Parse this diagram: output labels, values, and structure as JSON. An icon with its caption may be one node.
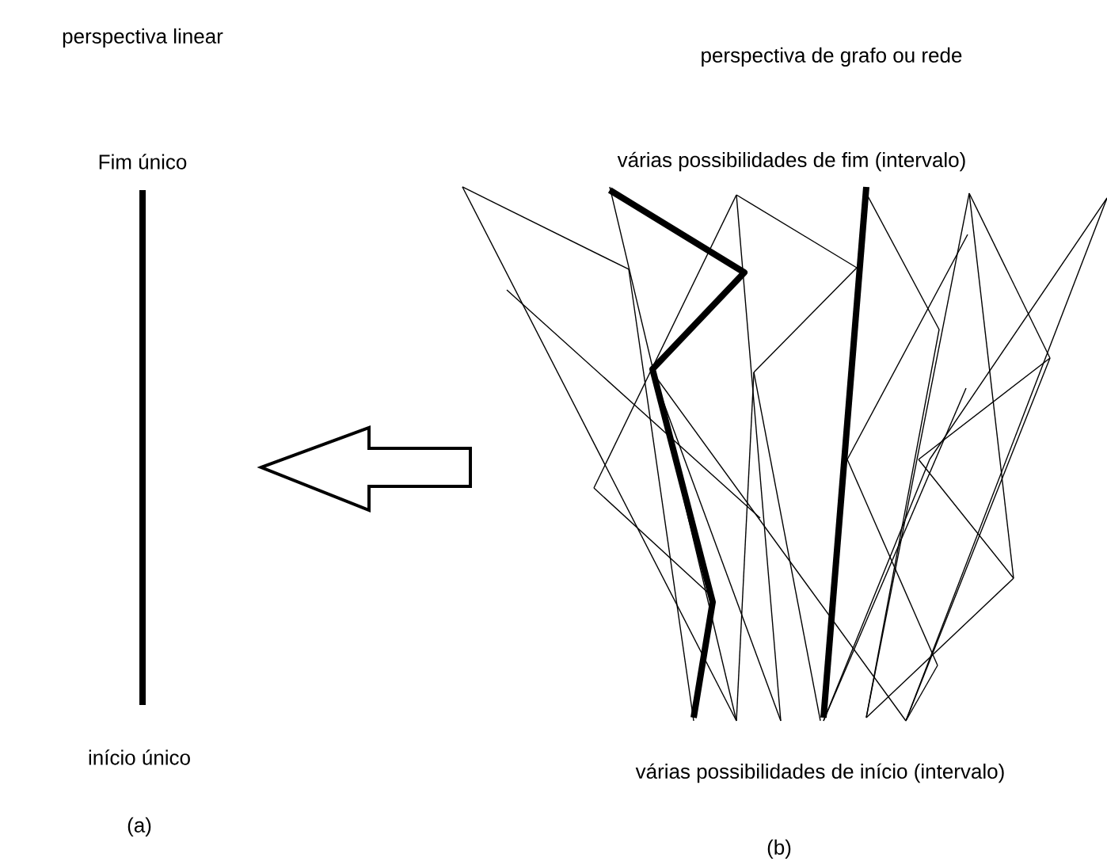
{
  "diagram": {
    "labels": [
      "perspectiva linear",
      "perspectiva de grafo ou rede",
      "Fim único",
      "várias possibilidades de fim (intervalo)",
      "início único",
      "várias possibilidades de início (intervalo)",
      "(a)",
      "(b)"
    ]
  }
}
